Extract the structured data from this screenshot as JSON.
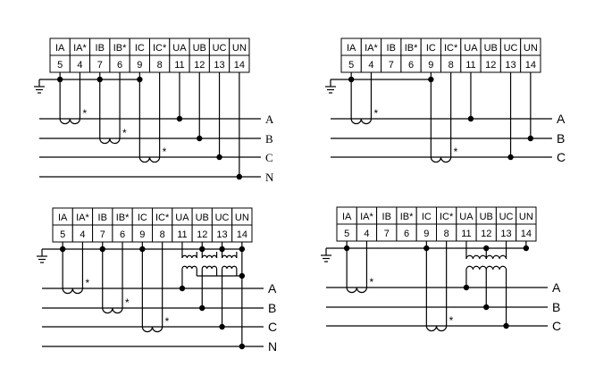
{
  "terminals": {
    "labels": [
      "IA",
      "IA*",
      "IB",
      "IB*",
      "IC",
      "IC*",
      "UA",
      "UB",
      "UC",
      "UN"
    ],
    "numbers": [
      "5",
      "4",
      "7",
      "6",
      "9",
      "8",
      "11",
      "12",
      "13",
      "14"
    ]
  },
  "ct_mark": "*",
  "diagrams": [
    {
      "name": "three-phase-four-wire-3ct",
      "phases": [
        "A",
        "B",
        "C",
        "N"
      ]
    },
    {
      "name": "three-phase-three-wire-2ct",
      "phases": [
        "A",
        "B",
        "C"
      ]
    },
    {
      "name": "three-phase-four-wire-3ct-3pt",
      "phases": [
        "A",
        "B",
        "C",
        "N"
      ]
    },
    {
      "name": "three-phase-three-wire-2ct-2pt",
      "phases": [
        "A",
        "B",
        "C"
      ]
    }
  ]
}
